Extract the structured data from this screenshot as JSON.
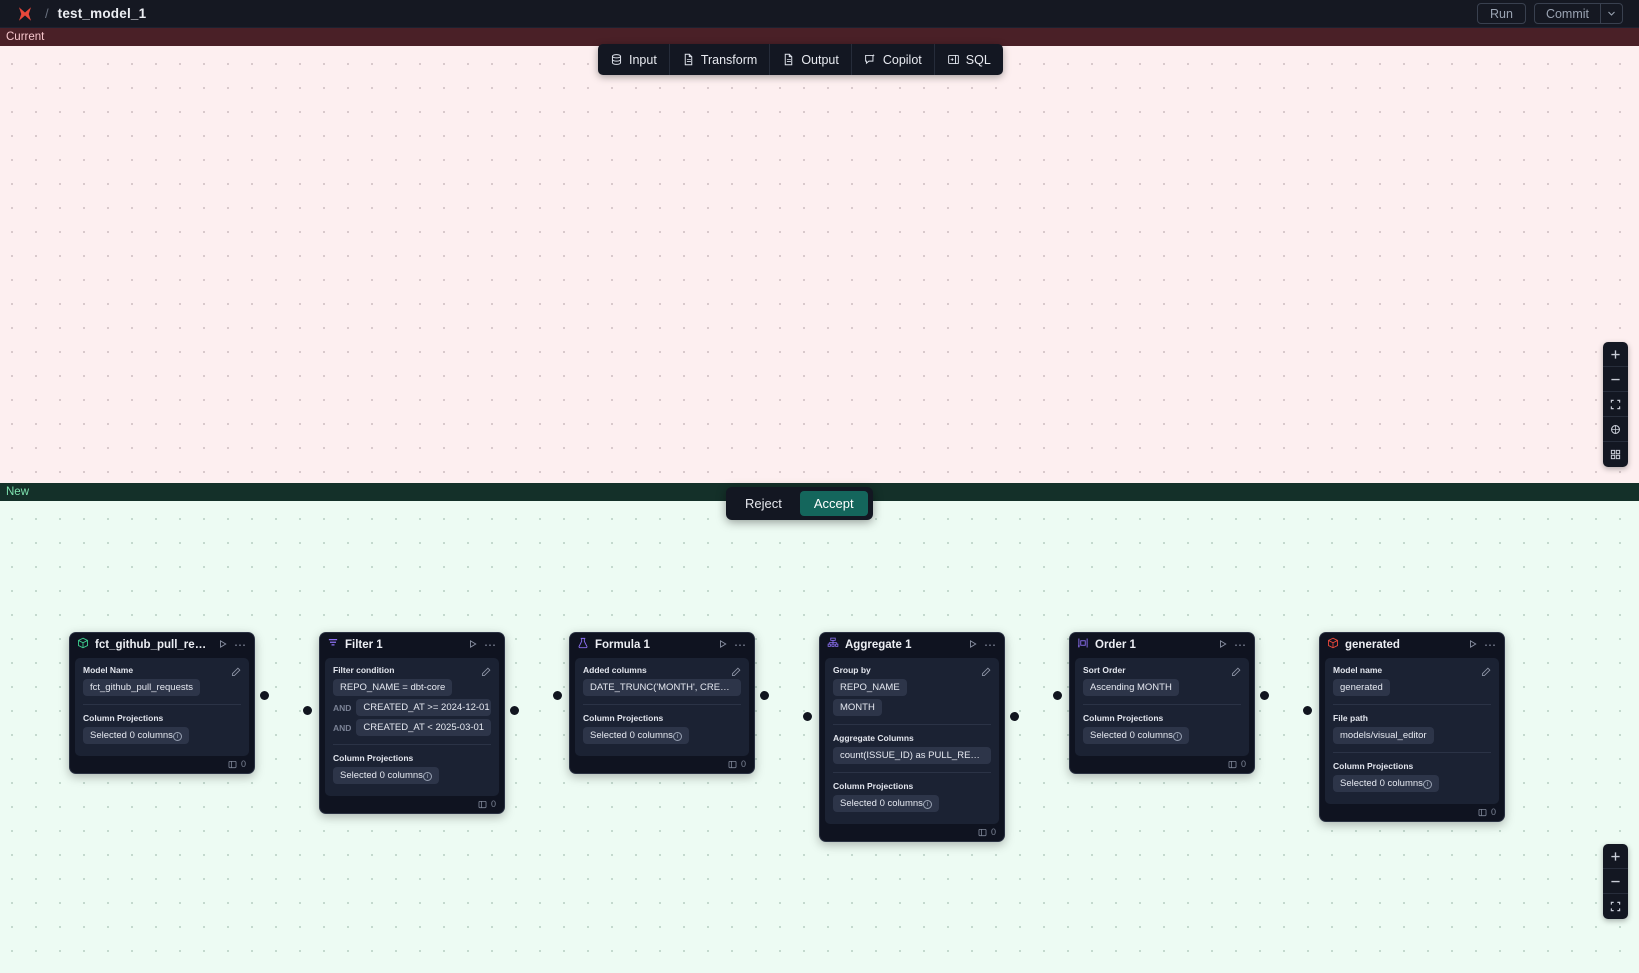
{
  "topbar": {
    "logo_icon": "app-logo-icon",
    "separator": "/",
    "title": "test_model_1",
    "run_label": "Run",
    "commit_label": "Commit",
    "chevron_icon": "chevron-down-icon"
  },
  "toolbar": {
    "items": [
      {
        "label": "Input",
        "icon": "database-icon"
      },
      {
        "label": "Transform",
        "icon": "file-icon"
      },
      {
        "label": "Output",
        "icon": "file-icon"
      },
      {
        "label": "Copilot",
        "icon": "copilot-sparkle-icon"
      },
      {
        "label": "SQL",
        "icon": "sql-panel-icon"
      }
    ]
  },
  "panes": {
    "current_label": "Current",
    "new_label": "New"
  },
  "decision": {
    "reject_label": "Reject",
    "accept_label": "Accept"
  },
  "zoom_controls": {
    "top": [
      "zoom-in-icon",
      "zoom-out-icon",
      "fit-view-icon",
      "center-target-icon",
      "grid-icon"
    ],
    "bottom": [
      "zoom-in-icon",
      "zoom-out-icon",
      "fit-view-icon"
    ]
  },
  "colors": {
    "current_band": "#4a2027",
    "current_canvas": "#fdeff0",
    "new_band": "#143029",
    "new_canvas": "#edfbf3",
    "accept": "#14665c",
    "node_bg": "#0f1320",
    "chip": "#2d3549"
  },
  "nodes": [
    {
      "id": "source",
      "title": "fct_github_pull_requests",
      "icon": "green-cube-icon",
      "run_icon": "play-icon",
      "menu_icon": "ellipsis-icon",
      "row_count": "0",
      "sections": [
        {
          "label": "Model Name",
          "editable": true,
          "chips": [
            "fct_github_pull_requests"
          ]
        },
        {
          "label": "Column Projections",
          "editable": false,
          "chips": [
            "Selected 0 columns"
          ],
          "info": true
        }
      ]
    },
    {
      "id": "filter",
      "title": "Filter 1",
      "icon": "filter-icon",
      "run_icon": "play-icon",
      "menu_icon": "ellipsis-icon",
      "row_count": "0",
      "sections": [
        {
          "label": "Filter condition",
          "editable": true,
          "conditions": [
            {
              "prefix": "",
              "text": "REPO_NAME = dbt-core"
            },
            {
              "prefix": "AND",
              "text": "CREATED_AT >= 2024-12-01"
            },
            {
              "prefix": "AND",
              "text": "CREATED_AT < 2025-03-01"
            }
          ]
        },
        {
          "label": "Column Projections",
          "editable": false,
          "chips": [
            "Selected 0 columns"
          ],
          "info": true
        }
      ]
    },
    {
      "id": "formula",
      "title": "Formula 1",
      "icon": "formula-flask-icon",
      "run_icon": "play-icon",
      "menu_icon": "ellipsis-icon",
      "row_count": "0",
      "sections": [
        {
          "label": "Added columns",
          "editable": true,
          "chips": [
            "DATE_TRUNC('MONTH', CREATED_AT…"
          ]
        },
        {
          "label": "Column Projections",
          "editable": false,
          "chips": [
            "Selected 0 columns"
          ],
          "info": true
        }
      ]
    },
    {
      "id": "aggregate",
      "title": "Aggregate 1",
      "icon": "aggregate-icon",
      "run_icon": "play-icon",
      "menu_icon": "ellipsis-icon",
      "row_count": "0",
      "sections": [
        {
          "label": "Group by",
          "editable": true,
          "chips": [
            "REPO_NAME",
            "MONTH"
          ]
        },
        {
          "label": "Aggregate Columns",
          "editable": false,
          "chips": [
            "count(ISSUE_ID) as PULL_REQUEST_…"
          ]
        },
        {
          "label": "Column Projections",
          "editable": false,
          "chips": [
            "Selected 0 columns"
          ],
          "info": true
        }
      ]
    },
    {
      "id": "order",
      "title": "Order 1",
      "icon": "order-sort-icon",
      "run_icon": "play-icon",
      "menu_icon": "ellipsis-icon",
      "row_count": "0",
      "sections": [
        {
          "label": "Sort Order",
          "editable": true,
          "chips": [
            "Ascending MONTH"
          ]
        },
        {
          "label": "Column Projections",
          "editable": false,
          "chips": [
            "Selected 0 columns"
          ],
          "info": true
        }
      ]
    },
    {
      "id": "generated",
      "title": "generated",
      "icon": "red-cube-icon",
      "run_icon": "play-icon",
      "menu_icon": "ellipsis-icon",
      "row_count": "0",
      "sections": [
        {
          "label": "Model name",
          "editable": true,
          "chips": [
            "generated"
          ]
        },
        {
          "label": "File path",
          "editable": false,
          "chips": [
            "models/visual_editor"
          ]
        },
        {
          "label": "Column Projections",
          "editable": false,
          "chips": [
            "Selected 0 columns"
          ],
          "info": true
        }
      ]
    }
  ]
}
